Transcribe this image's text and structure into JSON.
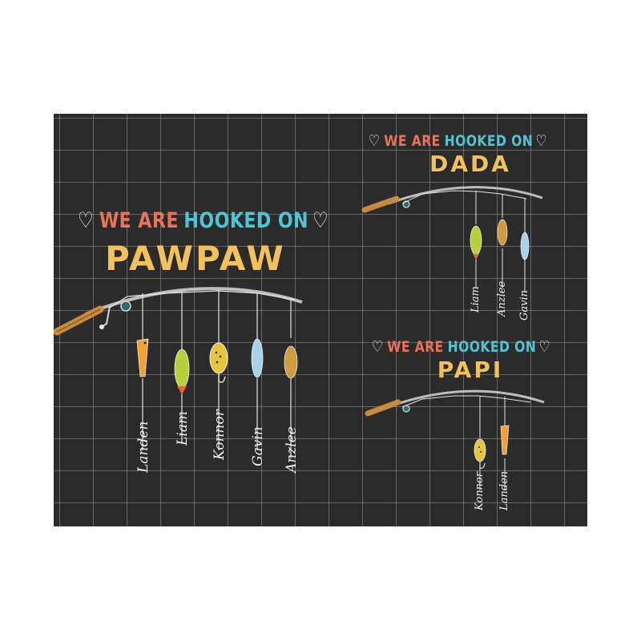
{
  "colors": {
    "background": "#2b2b2b",
    "we_are": "#e8735a",
    "hooked_on": "#4fc4d4",
    "honoree": "#f3c15a",
    "line": "#e6e6e6",
    "rod_handle": "#c98a3e"
  },
  "designs": [
    {
      "we_are": "WE ARE",
      "hooked_on": "HOOKED ON",
      "heart_icon": "♡",
      "honoree": "PAWPAW",
      "names": [
        "Landen",
        "Liam",
        "Konnor",
        "Gavin",
        "Anzlee"
      ]
    },
    {
      "we_are": "WE ARE",
      "hooked_on": "HOOKED ON",
      "heart_icon": "♡",
      "honoree": "DADA",
      "names": [
        "Liam",
        "Anzlee",
        "Gavin"
      ]
    },
    {
      "we_are": "WE ARE",
      "hooked_on": "HOOKED ON",
      "heart_icon": "♡",
      "honoree": "PAPI",
      "names": [
        "Konnor",
        "Landen"
      ]
    }
  ]
}
